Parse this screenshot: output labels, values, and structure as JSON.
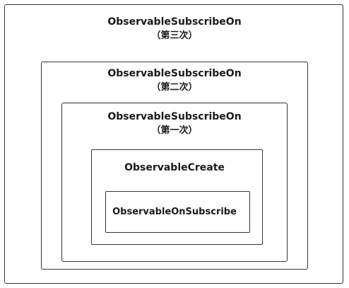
{
  "diagram": {
    "outer": {
      "title": "ObservableSubscribeOn",
      "subtitle": "（第三次）"
    },
    "second": {
      "title": "ObservableSubscribeOn",
      "subtitle": "（第二次）"
    },
    "first": {
      "title": "ObservableSubscribeOn",
      "subtitle": "（第一次）"
    },
    "create": {
      "title": "ObservableCreate"
    },
    "on_subscribe": {
      "title": "ObservableOnSubscribe"
    }
  },
  "colors": {
    "border": "#333333",
    "text": "#1a1a1a",
    "background": "#ffffff"
  }
}
